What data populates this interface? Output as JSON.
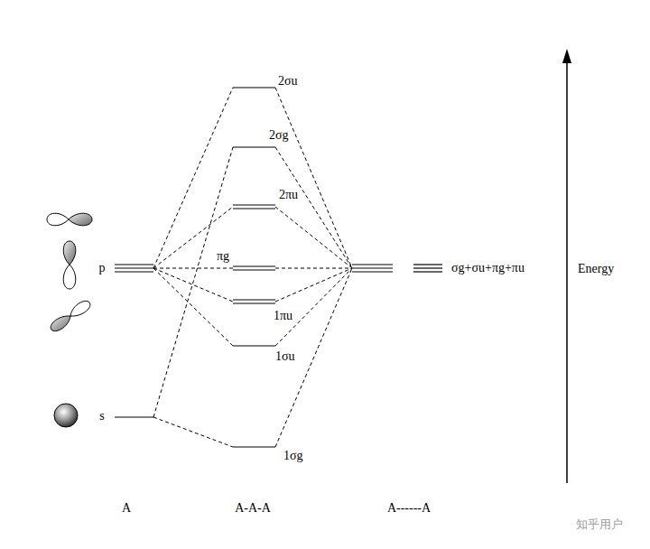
{
  "diagram": {
    "labels": [
      "p",
      "s",
      "2σu",
      "2σg",
      "2πu",
      "πg",
      "1πu",
      "1σu",
      "1σg",
      "σg+σu+πg+πu",
      "Energy",
      "A",
      "A-A-A",
      "A------A",
      "知乎用户"
    ]
  }
}
